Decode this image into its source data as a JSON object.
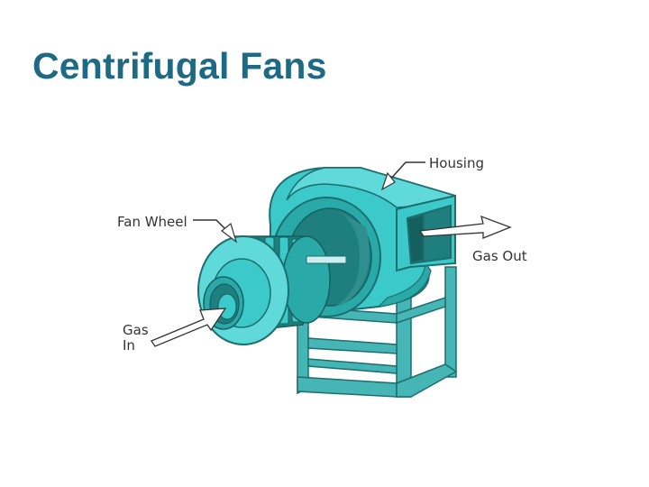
{
  "slide": {
    "title": "Centrifugal Fans"
  },
  "diagram": {
    "labels": {
      "housing": "Housing",
      "fan_wheel": "Fan Wheel",
      "gas_out": "Gas Out",
      "gas_in_line1": "Gas",
      "gas_in_line2": "In"
    },
    "colors": {
      "body": "#3cc9c9",
      "dark": "#1f7f7f",
      "darker": "#155f5f",
      "frame": "#46b5b5",
      "title": "#1e6a85"
    }
  }
}
